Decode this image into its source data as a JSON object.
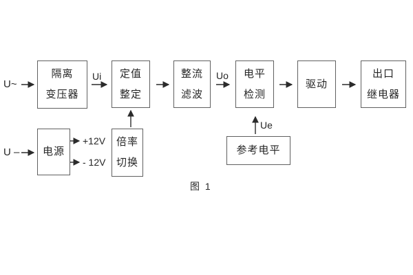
{
  "diagram": {
    "caption": "图 1",
    "blocks": [
      {
        "id": "isolation-transformer",
        "label": "隔离\n变压器"
      },
      {
        "id": "setting-adjustment",
        "label": "定值\n整定"
      },
      {
        "id": "rectify-filter",
        "label": "整流\n滤波"
      },
      {
        "id": "level-detection",
        "label": "电平\n检测"
      },
      {
        "id": "drive",
        "label": "驱动"
      },
      {
        "id": "outlet-relay",
        "label": "出口\n继电器"
      },
      {
        "id": "power-supply",
        "label": "电源"
      },
      {
        "id": "rate-switch",
        "label": "倍率\n切换"
      },
      {
        "id": "reference-level",
        "label": "参考电平"
      }
    ],
    "signals": {
      "input_ac": "U~",
      "input_dc": "U –",
      "ui": "Ui",
      "uo": "Uo",
      "ue": "Ue",
      "plus12v": "+12V",
      "minus12v": "- 12V"
    }
  },
  "colors": {
    "background": "#ffffff",
    "box_border": "#5f5f5f",
    "line": "#2b2b2b",
    "text": "#262626"
  }
}
